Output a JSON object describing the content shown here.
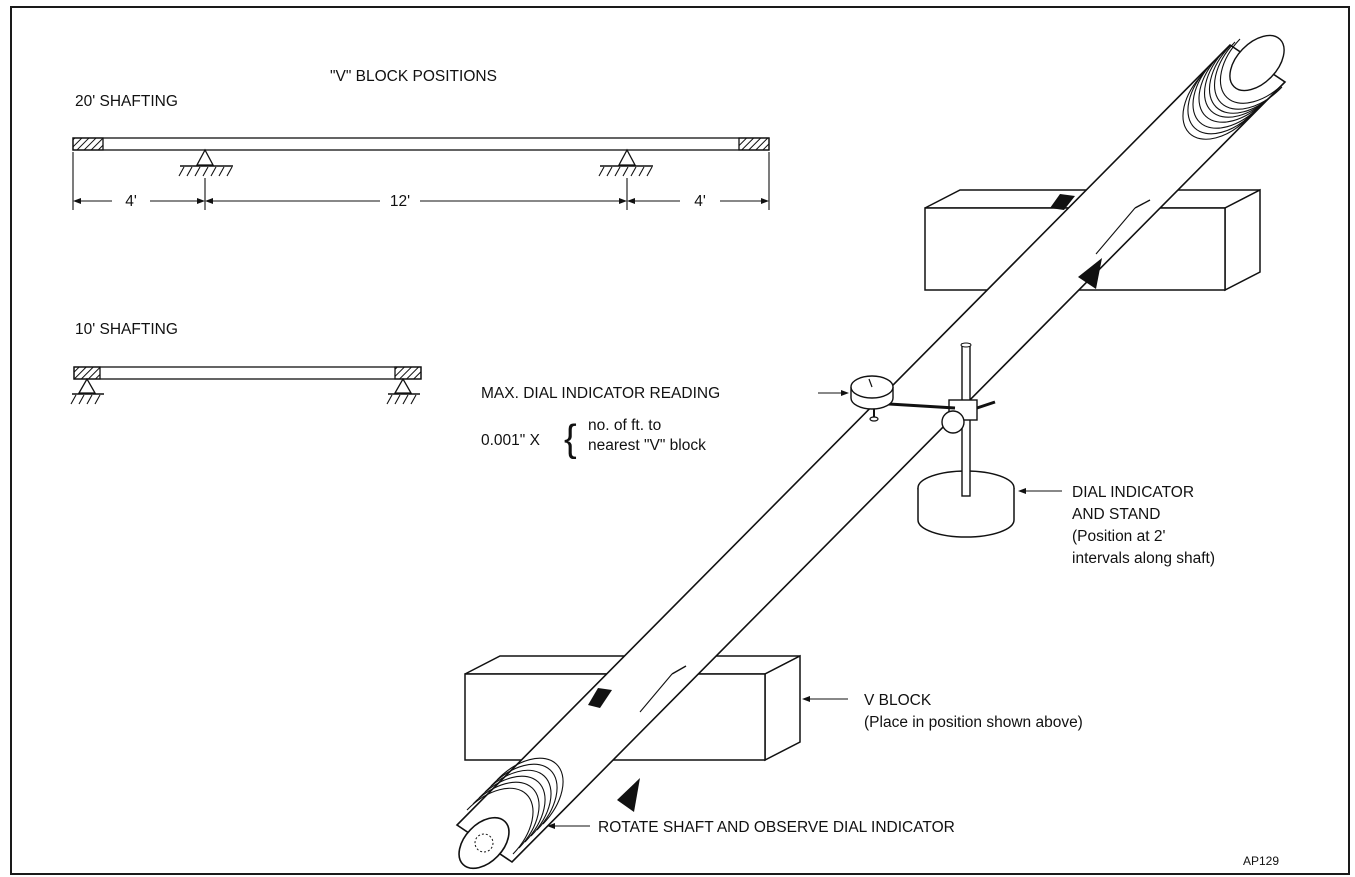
{
  "diagram": {
    "heading": "\"V\" BLOCK POSITIONS",
    "shaft20_title": "20' SHAFTING",
    "dim_left": "4'",
    "dim_middle": "12'",
    "dim_right": "4'",
    "shaft10_title": "10' SHAFTING",
    "dial_reading_label": "MAX. DIAL INDICATOR READING",
    "formula_prefix": "0.001\" X",
    "formula_brace": "{",
    "formula_line1": "no. of ft. to",
    "formula_line2": "nearest \"V\" block",
    "stand_line1": "DIAL INDICATOR",
    "stand_line2": "AND STAND",
    "stand_line3": "(Position at 2'",
    "stand_line4": "intervals along shaft)",
    "vblock_line1": "V BLOCK",
    "vblock_line2": "(Place in position shown above)",
    "rotate_label": "ROTATE SHAFT AND OBSERVE DIAL INDICATOR",
    "figure_code": "AP129"
  }
}
